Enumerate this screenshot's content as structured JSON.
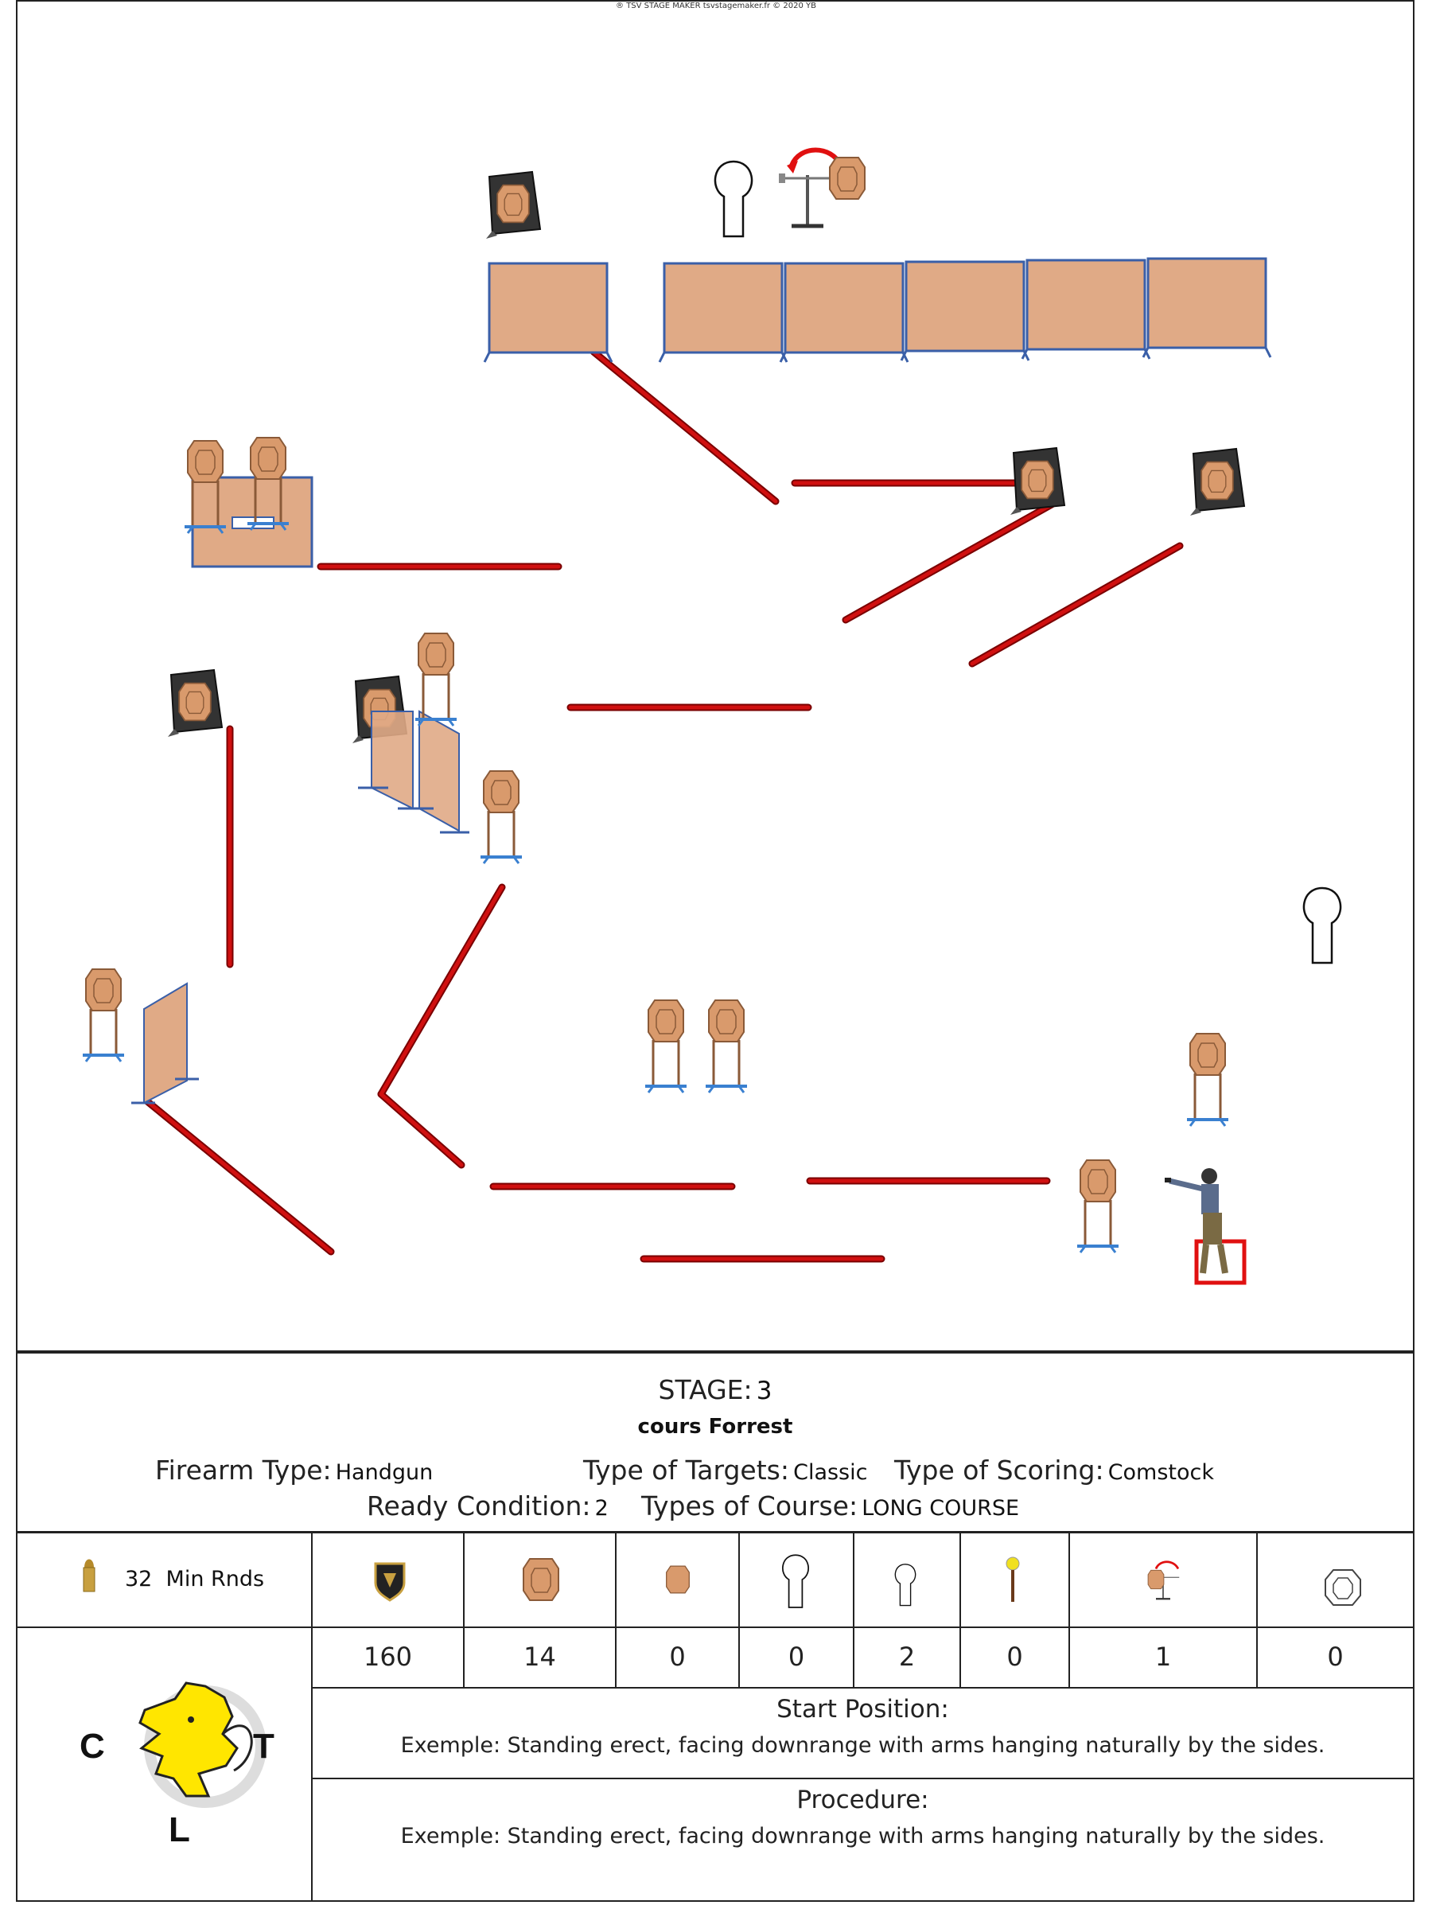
{
  "copyright": "® TSV STAGE MAKER tsvstagemaker.fr © 2020 YB",
  "stage": {
    "label": "STAGE:",
    "number": "3",
    "name": "cours Forrest"
  },
  "info": {
    "firearm_label": "Firearm Type:",
    "firearm_value": "Handgun",
    "targets_label": "Type of Targets:",
    "targets_value": "Classic",
    "scoring_label": "Type of Scoring:",
    "scoring_value": "Comstock",
    "ready_label": "Ready Condition:",
    "ready_value": "2",
    "course_label": "Types of Course:",
    "course_value": "LONG COURSE"
  },
  "rounds": {
    "count": "32",
    "label": "Min Rnds"
  },
  "table": {
    "icons": [
      "bullet-icon",
      "badge-icon",
      "classic-target-icon",
      "mini-target-icon",
      "popper-icon",
      "mini-popper-icon",
      "plate-icon",
      "swinger-icon",
      "no-shoot-target-icon"
    ],
    "counts": [
      "160",
      "14",
      "0",
      "0",
      "2",
      "0",
      "1",
      "0"
    ]
  },
  "club_logo": {
    "letters": [
      "C",
      "T",
      "L"
    ]
  },
  "start_position": {
    "title": "Start Position:",
    "text": "Exemple: Standing erect, facing downrange with arms hanging naturally by the sides."
  },
  "procedure": {
    "title": "Procedure:",
    "text": "Exemple: Standing erect, facing downrange with arms hanging naturally by the sides."
  },
  "colors": {
    "wall_fill": "#e0aa86",
    "wall_border": "#3a5fa8",
    "fault_line": "#d01010",
    "target": "#d99a6c",
    "logo_yellow": "#ffe600",
    "start_box": "#e01010"
  }
}
